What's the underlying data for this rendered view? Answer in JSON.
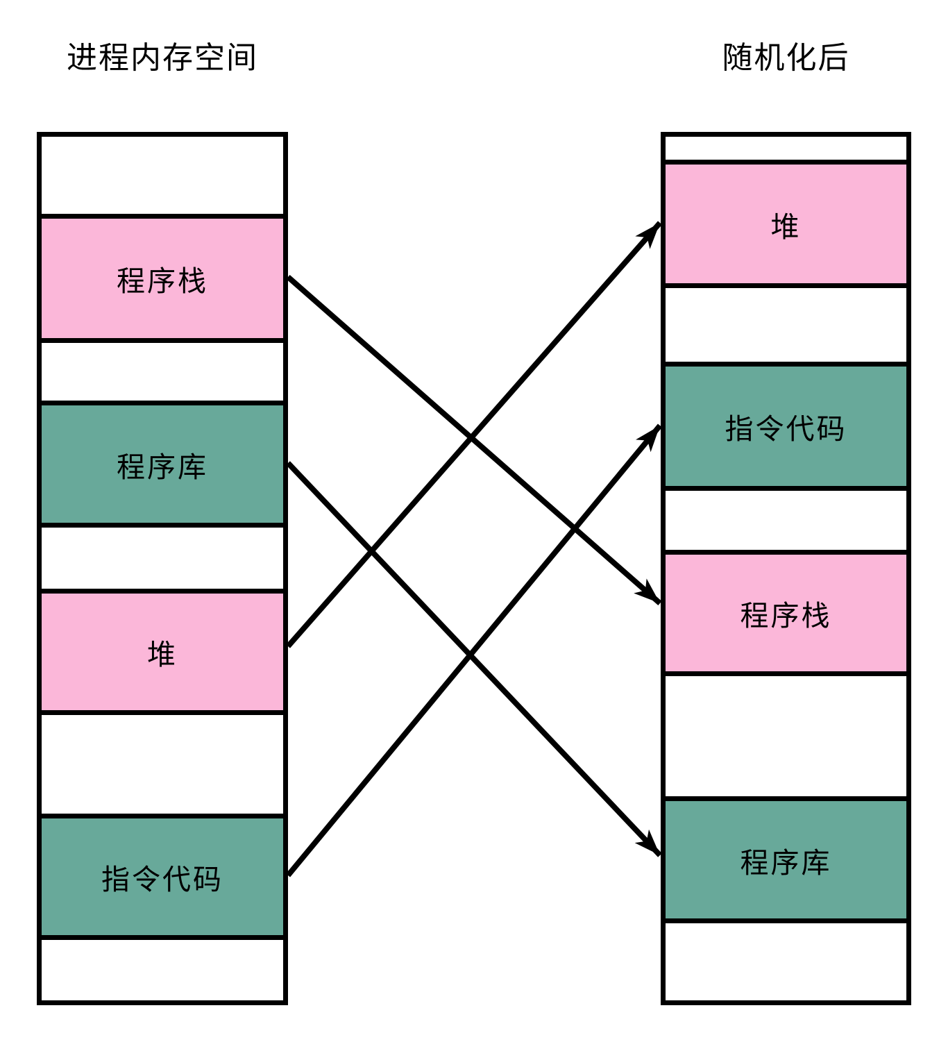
{
  "diagram": {
    "description_type": "memory-layout-randomization-diagram",
    "colors": {
      "segment_pink": "#FBB7D9",
      "segment_teal": "#68A99A",
      "line": "#000000",
      "background": "#FFFFFF"
    },
    "left_panel": {
      "title": "进程内存空间",
      "segments": [
        {
          "label": "",
          "kind": "empty"
        },
        {
          "label": "程序栈",
          "kind": "pink"
        },
        {
          "label": "",
          "kind": "empty"
        },
        {
          "label": "程序库",
          "kind": "teal"
        },
        {
          "label": "",
          "kind": "empty"
        },
        {
          "label": "堆",
          "kind": "pink"
        },
        {
          "label": "",
          "kind": "empty"
        },
        {
          "label": "指令代码",
          "kind": "teal"
        },
        {
          "label": "",
          "kind": "empty"
        }
      ]
    },
    "right_panel": {
      "title": "随机化后",
      "segments": [
        {
          "label": "",
          "kind": "empty"
        },
        {
          "label": "堆",
          "kind": "pink"
        },
        {
          "label": "",
          "kind": "empty"
        },
        {
          "label": "指令代码",
          "kind": "teal"
        },
        {
          "label": "",
          "kind": "empty"
        },
        {
          "label": "程序栈",
          "kind": "pink"
        },
        {
          "label": "",
          "kind": "empty"
        },
        {
          "label": "程序库",
          "kind": "teal"
        },
        {
          "label": "",
          "kind": "empty"
        }
      ]
    },
    "arrows": [
      {
        "from_label": "程序栈",
        "to_label": "程序栈"
      },
      {
        "from_label": "程序库",
        "to_label": "程序库"
      },
      {
        "from_label": "堆",
        "to_label": "堆"
      },
      {
        "from_label": "指令代码",
        "to_label": "指令代码"
      }
    ]
  }
}
